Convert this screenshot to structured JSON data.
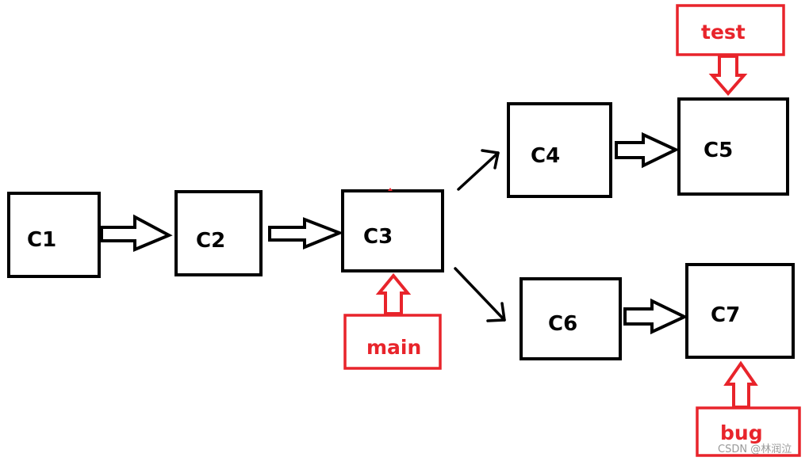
{
  "diagram": {
    "nodes": [
      {
        "id": "c1",
        "label": "C1"
      },
      {
        "id": "c2",
        "label": "C2"
      },
      {
        "id": "c3",
        "label": "C3"
      },
      {
        "id": "c4",
        "label": "C4"
      },
      {
        "id": "c5",
        "label": "C5"
      },
      {
        "id": "c6",
        "label": "C6"
      },
      {
        "id": "c7",
        "label": "C7"
      }
    ],
    "edges": [
      {
        "from": "C1",
        "to": "C2"
      },
      {
        "from": "C2",
        "to": "C3"
      },
      {
        "from": "C3",
        "to": "C4"
      },
      {
        "from": "C3",
        "to": "C6"
      },
      {
        "from": "C4",
        "to": "C5"
      },
      {
        "from": "C6",
        "to": "C7"
      }
    ],
    "pointers": [
      {
        "label": "main",
        "target": "C3"
      },
      {
        "label": "test",
        "target": "C5"
      },
      {
        "label": "bug",
        "target": "C7"
      }
    ]
  },
  "colors": {
    "node_border": "#000000",
    "pointer_color": "#e8242b",
    "background": "#ffffff"
  },
  "watermark": "CSDN @林润泣"
}
